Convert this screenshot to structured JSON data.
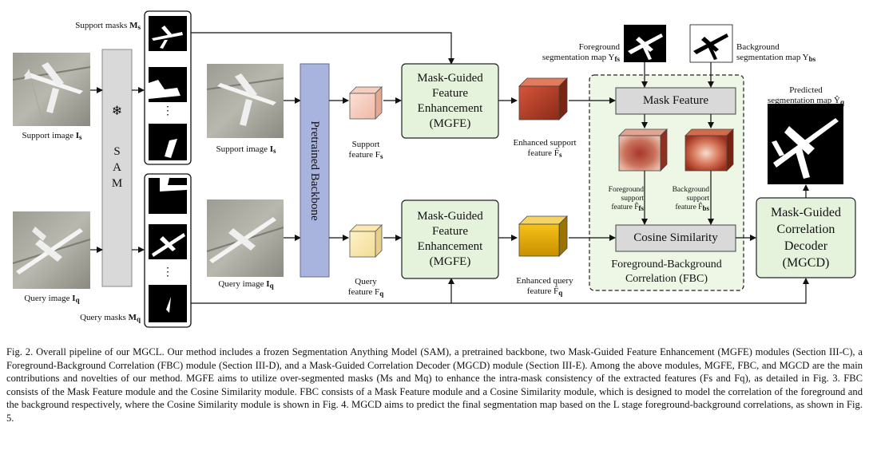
{
  "figure": {
    "sam_label": "S\nA\nM",
    "snowflake": "❄",
    "support_masks_label": "Support masks ",
    "support_masks_sym": "M",
    "support_masks_sub": "s",
    "query_masks_label": "Query masks ",
    "query_masks_sym": "M",
    "query_masks_sub": "q",
    "support_image_left": "Support image ",
    "support_image_left_sym": "I",
    "support_image_left_sub": "s",
    "query_image_left": "Query image ",
    "query_image_left_sym": "I",
    "query_image_left_sub": "q",
    "support_image_mid": "Support image ",
    "support_image_mid_sym": "I",
    "support_image_mid_sub": "s",
    "query_image_mid": "Query image ",
    "query_image_mid_sym": "I",
    "query_image_mid_sub": "q",
    "backbone": "Pretrained Backbone",
    "support_feature": "Support\nfeature F",
    "support_feature_sub": "s",
    "query_feature": "Query\nfeature F",
    "query_feature_sub": "q",
    "mgfe_top": "Mask-Guided\nFeature\nEnhancement\n(MGFE)",
    "mgfe_bottom": "Mask-Guided\nFeature\nEnhancement\n(MGFE)",
    "enh_support": "Enhanced support\nfeature F̂",
    "enh_support_sub": "s",
    "enh_query": "Enhanced query\nfeature F̂",
    "enh_query_sub": "q",
    "fg_map": "Foreground\nsegmentation map Y",
    "fg_map_sup": "f",
    "fg_map_sub": "s",
    "bg_map": "Background\nsegmentation map Y",
    "bg_map_sup": "b",
    "bg_map_sub": "s",
    "mask_feature": "Mask Feature",
    "cosine": "Cosine Similarity",
    "fbc_label": "Foreground-Background\nCorrelation (FBC)",
    "fg_support": "Foreground\nsupport\nfeature F̂",
    "fg_support_sup": "f",
    "fg_support_sub": "s",
    "bg_support": "Background\nsupport\nfeature F̂",
    "bg_support_sup": "b",
    "bg_support_sub": "s",
    "predicted": "Predicted\nsegmentation map Ŷ",
    "predicted_sub": "q",
    "mgcd": "Mask-Guided\nCorrelation\nDecoder\n(MGCD)",
    "dots": "⋮"
  },
  "caption": "Fig. 2.  Overall pipeline of our MGCL. Our method includes a frozen Segmentation Anything Model (SAM), a pretrained backbone, two Mask-Guided Feature Enhancement (MGFE) modules (Section III-C), a Foreground-Background Correlation (FBC) module (Section III-D), and a Mask-Guided Correlation Decoder (MGCD) module (Section III-E). Among the above modules, MGFE, FBC, and MGCD are the main contributions and novelties of our method. MGFE aims to utilize over-segmented masks (Ms and Mq) to enhance the intra-mask consistency of the extracted features (Fs and Fq), as detailed in Fig. 3. FBC consists of the Mask Feature module and the Cosine Similarity module. FBC consists of a Mask Feature module and a Cosine Similarity module, which is designed to model the correlation of the foreground and the background respectively, where the Cosine Similarity module is shown in Fig. 4. MGCD aims to predict the final segmentation map based on the L stage foreground-background correlations, as shown in Fig. 5.",
  "colors": {
    "green_fill": "#e6f3dc",
    "sam_fill": "#d9d9d9",
    "backbone_fill": "#a9b4de",
    "gray_box": "#d9d9d9",
    "fbc_fill": "#eef7e6"
  }
}
